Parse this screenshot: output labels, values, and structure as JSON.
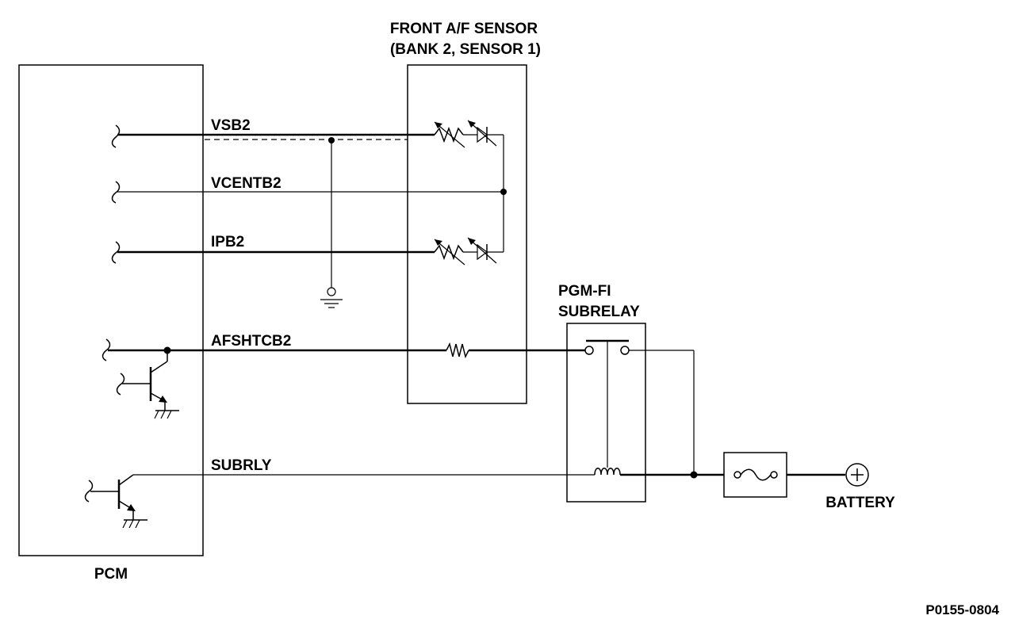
{
  "labels": {
    "sensor_title_1": "FRONT A/F SENSOR",
    "sensor_title_2": "(BANK 2, SENSOR 1)",
    "pcm": "PCM",
    "relay_title_1": "PGM-FI",
    "relay_title_2": "SUBRELAY",
    "battery": "BATTERY",
    "figure_code": "P0155-0804"
  },
  "wires": {
    "vsb2": "VSB2",
    "vcentb2": "VCENTB2",
    "ipb2": "IPB2",
    "afshtcb2": "AFSHTCB2",
    "subrly": "SUBRLY"
  }
}
